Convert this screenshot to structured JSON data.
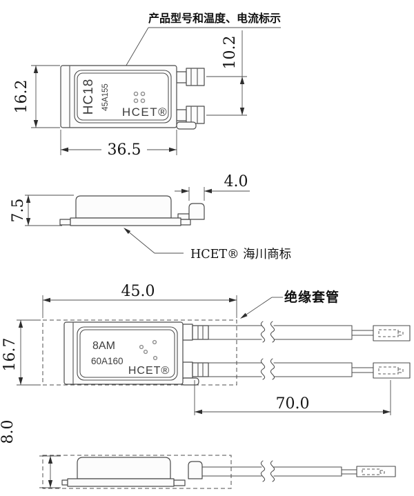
{
  "colors": {
    "background": "#ffffff",
    "line": "#4a4a4a",
    "dimension_line": "#4d4d4d",
    "text": "#141414"
  },
  "callouts": {
    "marking_label": "产品型号和温度、电流标示",
    "trademark_label": "HCET®  海川商标",
    "sleeve_label": "绝缘套管"
  },
  "view_top": {
    "marking_model": "HC18",
    "marking_rating": "45A155",
    "marking_brand": "HCET®",
    "dim_height": "16.2",
    "dim_width": "36.5",
    "dim_terminal_pitch": "10.2"
  },
  "view_side": {
    "dim_height": "7.5",
    "dim_terminal_width": "4.0"
  },
  "view_leaded_top": {
    "marking_model": "8AM",
    "marking_rating": "60A160",
    "marking_brand": "HCET®",
    "dim_width": "45.0",
    "dim_height": "16.7",
    "dim_lead_length": "70.0"
  },
  "view_leaded_side": {
    "dim_height": "8.0"
  }
}
